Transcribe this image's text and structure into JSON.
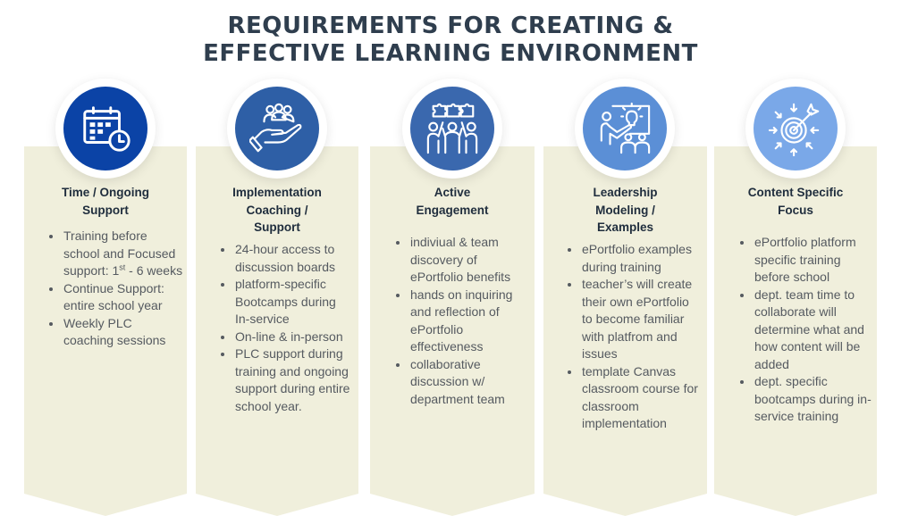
{
  "title": {
    "line1": "REQUIREMENTS FOR CREATING &",
    "line2": "EFFECTIVE LEARNING ENVIRONMENT"
  },
  "colors": {
    "title": "#2f3e4e",
    "column_bg": "#f0efdc",
    "circle_1": "#0b43a6",
    "circle_2": "#2e5fa6",
    "circle_3": "#3a68ae",
    "circle_4": "#5b8fd6",
    "circle_5": "#7aa8e8"
  },
  "columns": [
    {
      "icon": "calendar-clock-icon",
      "heading": [
        "Time / Ongoing",
        "Support"
      ],
      "items": [
        "Training before school and Focused support:",
        "Continue Support: entire school year",
        "Weekly PLC coaching sessions"
      ],
      "item1_suffix_pre": "1",
      "item1_suffix_sup": "st",
      "item1_suffix_post": " - 6 weeks"
    },
    {
      "icon": "hand-people-icon",
      "heading": [
        "Implementation",
        "Coaching /",
        "Support"
      ],
      "items": [
        "24-hour access to discussion boards",
        "platform-specific Bootcamps during In-service",
        "On-line & in-person",
        "PLC support during training and ongoing support during entire school year."
      ]
    },
    {
      "icon": "team-puzzle-icon",
      "heading": [
        "Active",
        "Engagement"
      ],
      "items": [
        "indiviual & team discovery of ePortfolio benefits",
        "hands on inquiring and reflection of ePortfolio effectiveness",
        "collaborative discussion w/ department team"
      ]
    },
    {
      "icon": "presentation-lightbulb-icon",
      "heading": [
        "Leadership",
        "Modeling /",
        "Examples"
      ],
      "items": [
        "ePortfolio examples during training",
        "teacher’s will create their own ePortfolio to become familiar with platfrom and issues",
        "template Canvas classroom course for classroom implementation"
      ]
    },
    {
      "icon": "target-arrow-icon",
      "heading": [
        "Content Specific",
        "Focus"
      ],
      "items": [
        "ePortfolio platform specific training before school",
        "dept. team time to collaborate will determine what and how content will be added",
        "dept. specific bootcamps during in-service training"
      ]
    }
  ]
}
